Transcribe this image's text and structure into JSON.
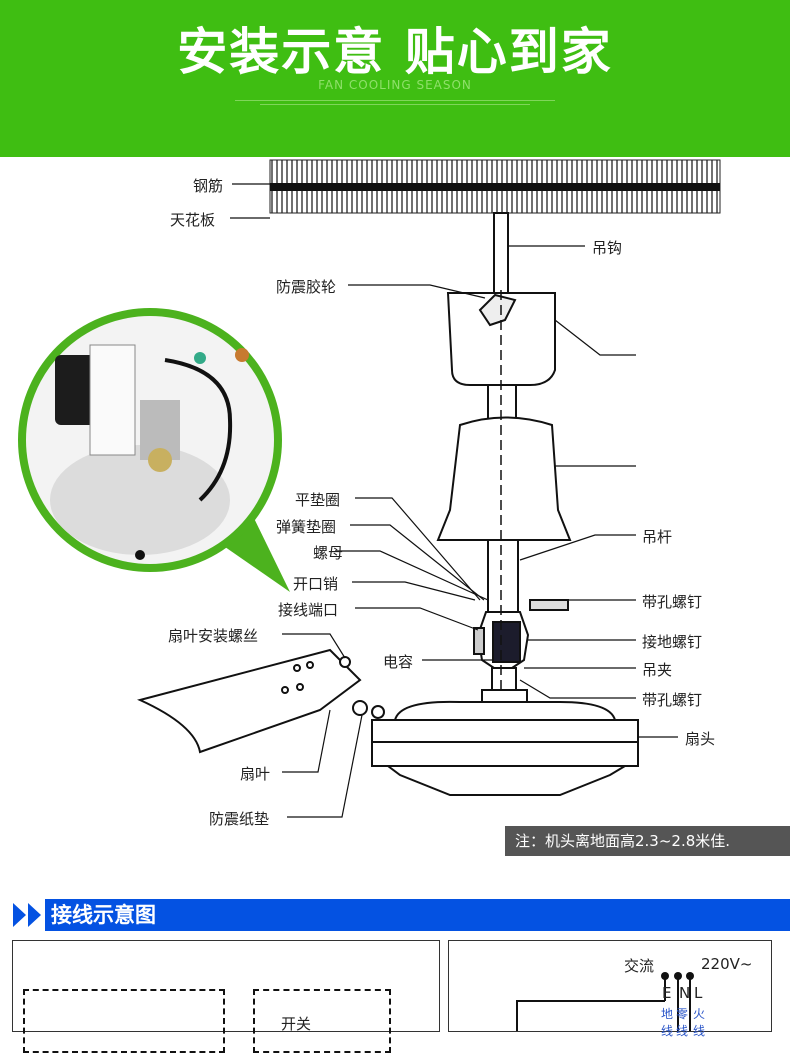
{
  "header": {
    "title": "安装示意 贴心到家",
    "subtitle": "FAN COOLING SEASON"
  },
  "labels": {
    "rebar": "钢筋",
    "ceiling": "天花板",
    "hook": "吊钩",
    "shock_wheel": "防震胶轮",
    "flat_washer": "平垫圈",
    "spring_washer": "弹簧垫圈",
    "nut": "螺母",
    "cotter_pin": "开口销",
    "terminal": "接线端口",
    "blade_screw": "扇叶安装螺丝",
    "capacitor": "电容",
    "rod": "吊杆",
    "hole_screw_1": "带孔螺钉",
    "ground_screw": "接地螺钉",
    "clamp": "吊夹",
    "hole_screw_2": "带孔螺钉",
    "motor_head": "扇头",
    "blade": "扇叶",
    "shock_pad": "防震纸垫"
  },
  "note": "注：机头离地面高2.3~2.8米佳.",
  "wiring": {
    "title": "接线示意图",
    "switch": "开关",
    "ac": "交流",
    "voltage": "220V~",
    "e": "E",
    "n": "N",
    "l": "L",
    "ground": "地线",
    "neutral": "零线",
    "live": "火线"
  },
  "colors": {
    "header_green": "#3fbe12",
    "section_blue": "#0452e2"
  }
}
